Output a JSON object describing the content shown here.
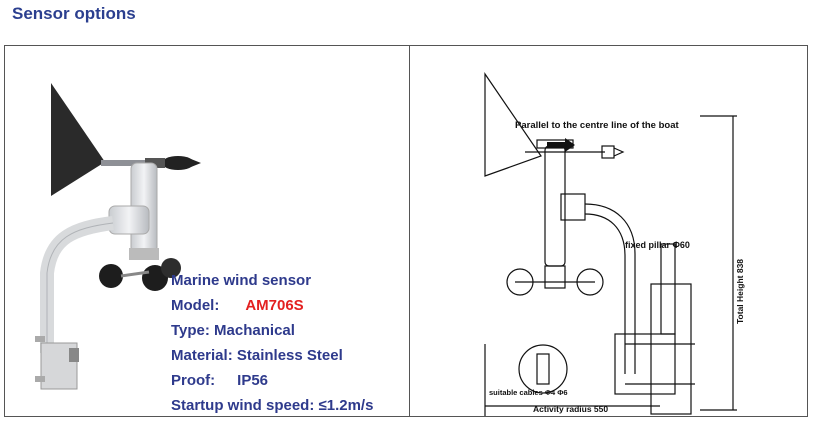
{
  "heading": "Sensor options",
  "specs": {
    "line1": "Marine wind sensor",
    "model_label": "Model:",
    "model_value": "AM706S",
    "type_line": "Type: Machanical",
    "material_line": "Material: Stainless Steel",
    "proof_label": "Proof:",
    "proof_value": "IP56",
    "startup_line": "Startup wind speed: ≤1.2m/s"
  },
  "drawing": {
    "parallel_label": "Parallel to the  centre line of  the boat",
    "pillar_label": "fixed pillar  Φ60",
    "height_label": "Total  Height  838",
    "cables_label": "suitable  cables   Φ4  Φ6",
    "radius_label": "Activity radius  550"
  },
  "colors": {
    "heading": "#2b3f8f",
    "spec_text": "#2e3a8c",
    "model_value": "#e32020",
    "border": "#555555"
  }
}
